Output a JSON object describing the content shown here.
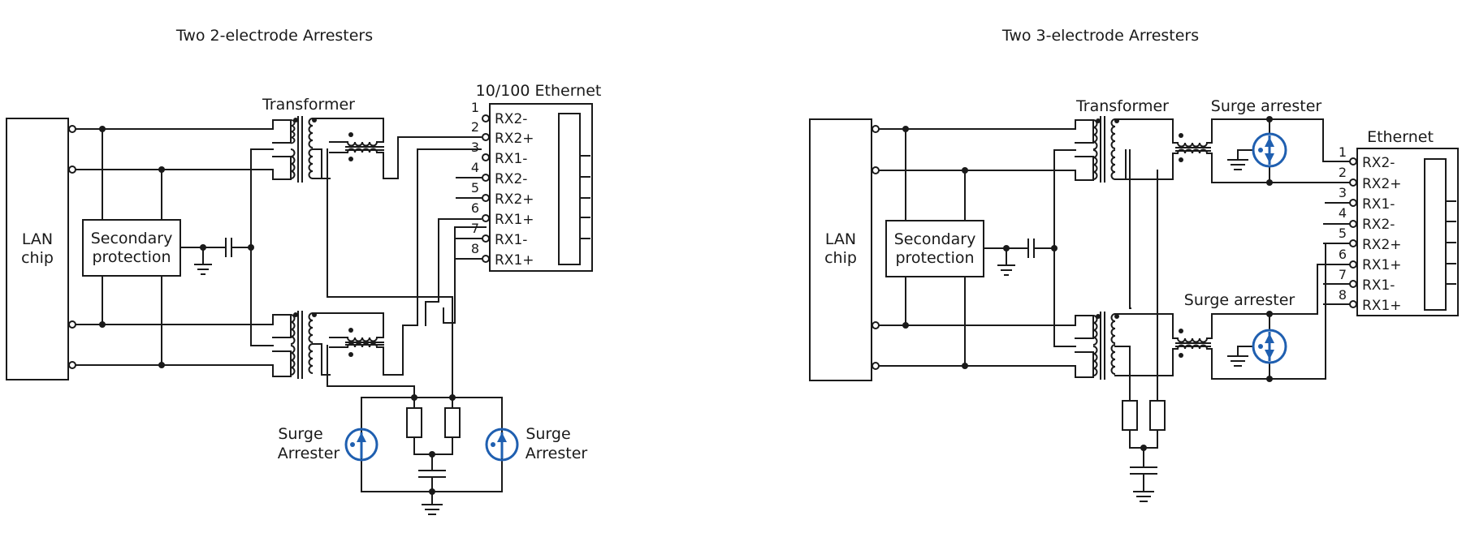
{
  "colors": {
    "line": "#1a1a1a",
    "arrester": "#1f5fb0"
  },
  "left": {
    "title": "Two 2-electrode Arresters",
    "lan_chip": [
      "LAN",
      "chip"
    ],
    "secondary": [
      "Secondary",
      "protection"
    ],
    "transformer": "Transformer",
    "connector": "10/100 Ethernet",
    "pins": [
      {
        "num": "1",
        "name": "RX2-"
      },
      {
        "num": "2",
        "name": "RX2+"
      },
      {
        "num": "3",
        "name": "RX1-"
      },
      {
        "num": "4",
        "name": "RX2-"
      },
      {
        "num": "5",
        "name": "RX2+"
      },
      {
        "num": "6",
        "name": "RX1+"
      },
      {
        "num": "7",
        "name": "RX1-"
      },
      {
        "num": "8",
        "name": "RX1+"
      }
    ],
    "surge_left": [
      "Surge",
      "Arrester"
    ],
    "surge_right": [
      "Surge",
      "Arrester"
    ]
  },
  "right": {
    "title": "Two 3-electrode Arresters",
    "lan_chip": [
      "LAN",
      "chip"
    ],
    "secondary": [
      "Secondary",
      "protection"
    ],
    "transformer": "Transformer",
    "connector": "Ethernet",
    "surge_top": "Surge arrester",
    "surge_bottom": "Surge arrester",
    "pins": [
      {
        "num": "1",
        "name": "RX2-"
      },
      {
        "num": "2",
        "name": "RX2+"
      },
      {
        "num": "3",
        "name": "RX1-"
      },
      {
        "num": "4",
        "name": "RX2-"
      },
      {
        "num": "5",
        "name": "RX2+"
      },
      {
        "num": "6",
        "name": "RX1+"
      },
      {
        "num": "7",
        "name": "RX1-"
      },
      {
        "num": "8",
        "name": "RX1+"
      }
    ]
  }
}
